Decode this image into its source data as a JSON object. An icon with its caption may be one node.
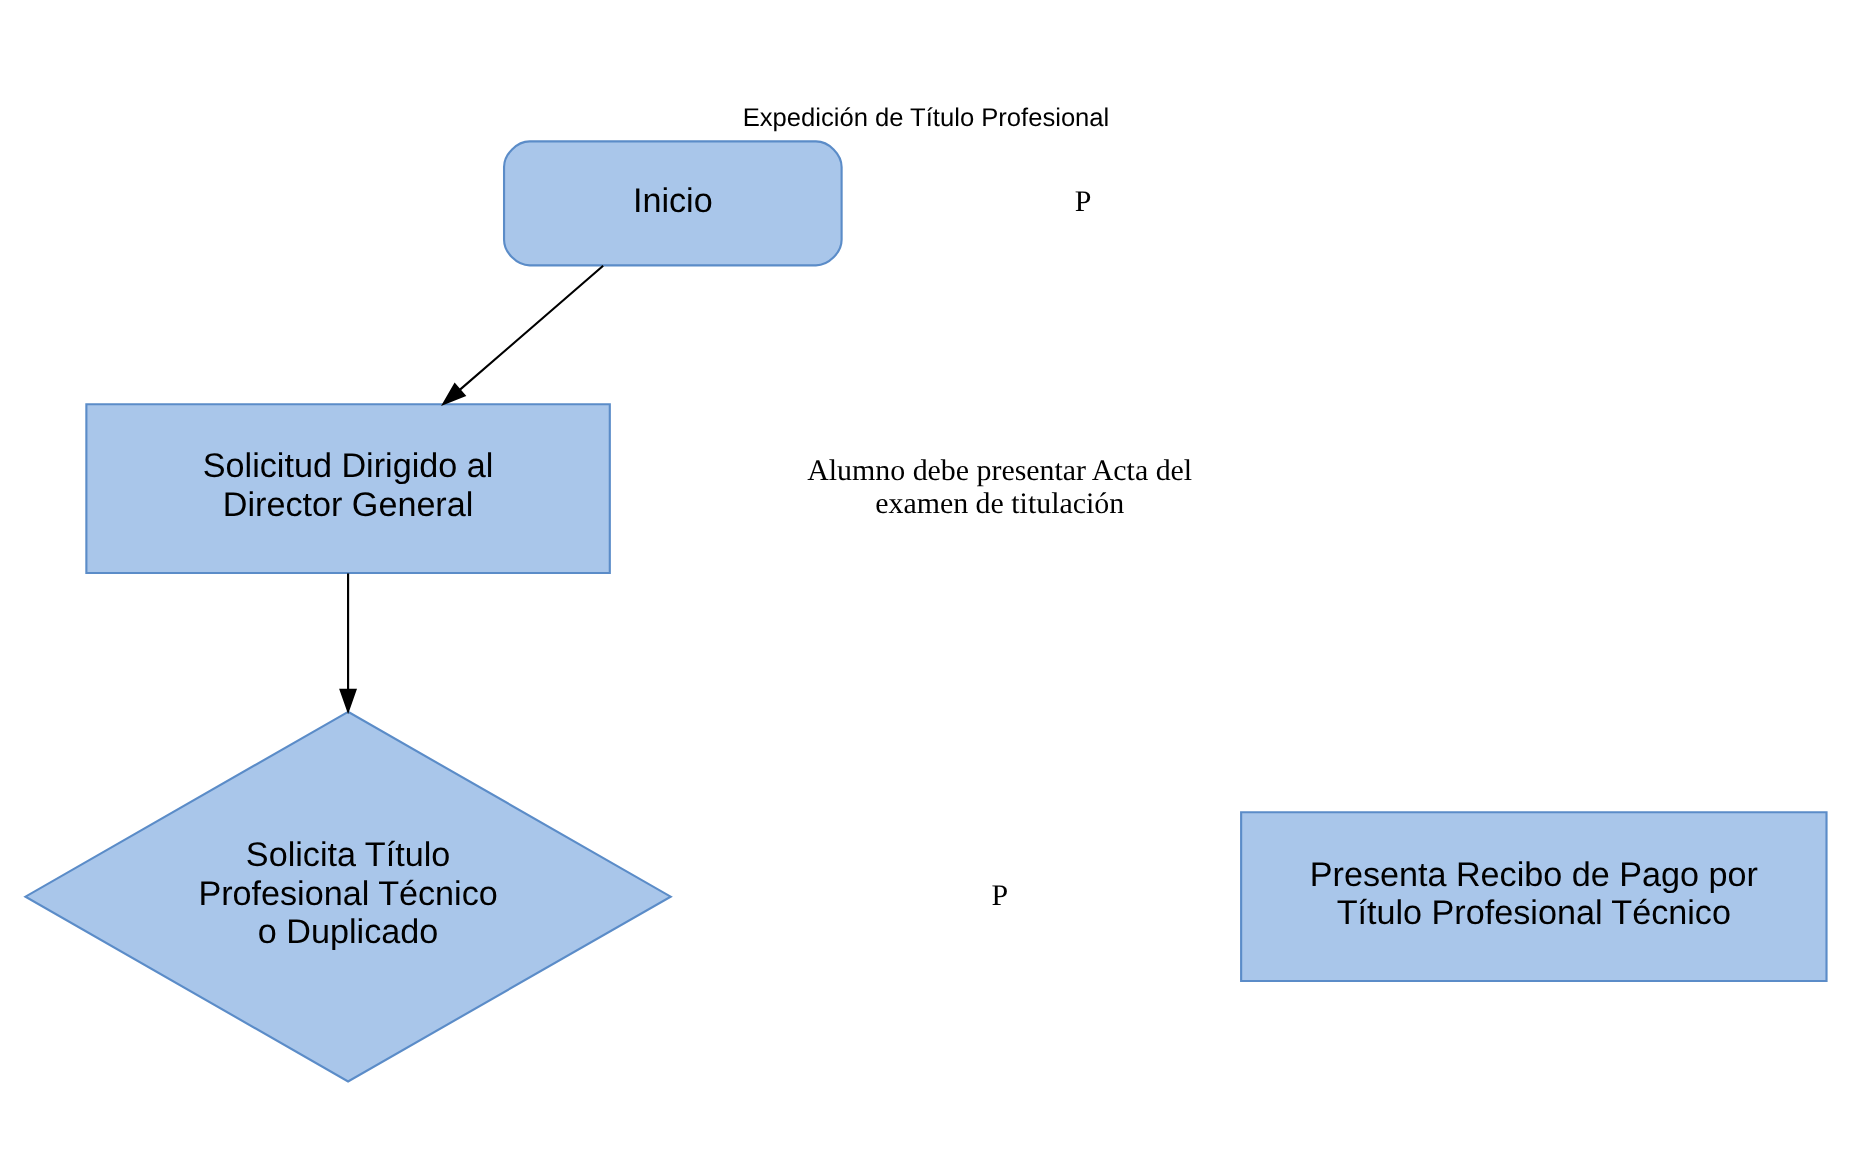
{
  "diagram": {
    "title": "Expedición de Título Profesional",
    "nodes": [
      {
        "text": [
          "Inicio"
        ]
      },
      {
        "text": [
          "Solicitud Dirigido al Director General"
        ]
      },
      {
        "text": [
          "Solicita Título Profesional Técnico o Duplicado"
        ]
      },
      {
        "text": [
          "Presenta Recibo de Pago por Título Profesional Técnico"
        ]
      }
    ],
    "edges": [
      {
        "from": 0,
        "to": 1,
        "arrow": "to"
      },
      {
        "from": 1,
        "to": 2,
        "arrow": "to"
      }
    ],
    "labels": [
      "P",
      "Alumno debe presentar Acta del examen de titulación",
      "P"
    ]
  }
}
